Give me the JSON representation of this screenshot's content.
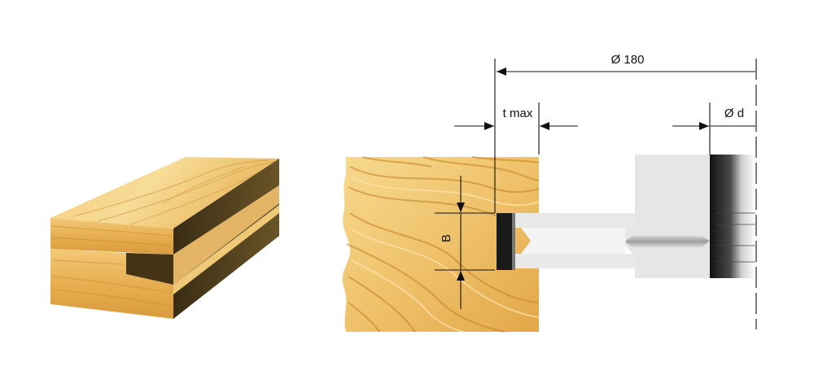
{
  "labels": {
    "diameter_outer": "Ø 180",
    "t_max": "t max",
    "diameter_bore": "Ø d",
    "groove_width": "B"
  },
  "colors": {
    "wood_light": "#f5d58a",
    "wood_mid": "#e9b455",
    "wood_dark": "#c98a2c",
    "wood_end_dark": "#4a3a1c",
    "tool_light": "#e6e6e6",
    "tool_mid": "#bdbdbd",
    "cutter_black": "#1a1a1a"
  }
}
